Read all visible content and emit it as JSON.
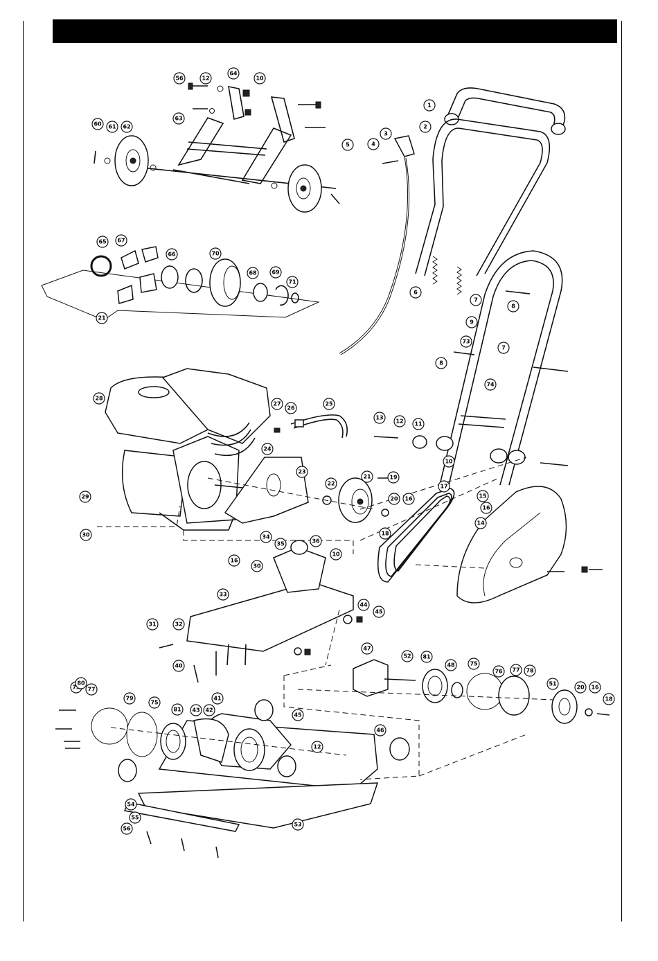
{
  "callouts": [
    "1",
    "2",
    "3",
    "4",
    "5",
    "6",
    "7",
    "7",
    "8",
    "8",
    "9",
    "10",
    "10",
    "10",
    "11",
    "12",
    "12",
    "12",
    "13",
    "14",
    "15",
    "16",
    "16",
    "16",
    "16",
    "17",
    "18",
    "18",
    "19",
    "20",
    "20",
    "21",
    "21",
    "22",
    "23",
    "24",
    "25",
    "26",
    "27",
    "28",
    "29",
    "30",
    "30",
    "31",
    "32",
    "33",
    "34",
    "35",
    "36",
    "40",
    "41",
    "42",
    "43",
    "44",
    "45",
    "45",
    "46",
    "47",
    "48",
    "51",
    "52",
    "53",
    "54",
    "55",
    "56",
    "56",
    "60",
    "61",
    "62",
    "63",
    "64",
    "65",
    "66",
    "67",
    "68",
    "69",
    "70",
    "71",
    "73",
    "73",
    "74",
    "75",
    "75",
    "76",
    "77",
    "77",
    "78",
    "79",
    "80",
    "81",
    "81"
  ],
  "colors": {
    "ink": "#111111",
    "background": "#ffffff",
    "title_bar": "#000000"
  }
}
